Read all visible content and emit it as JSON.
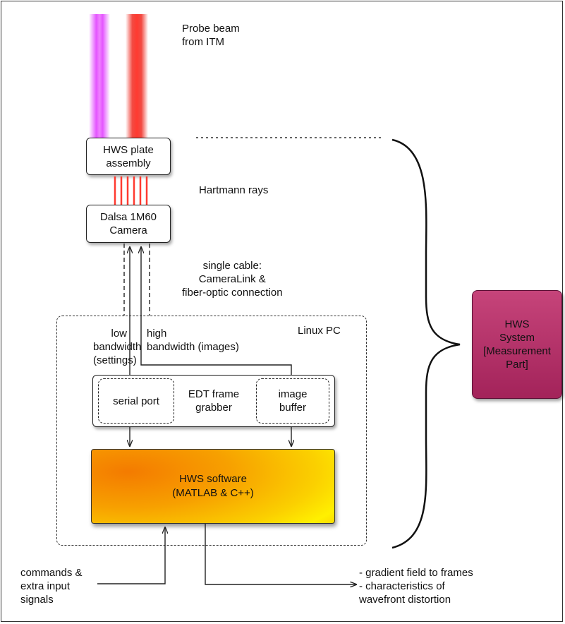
{
  "labels": {
    "probe_beam": "Probe beam\nfrom ITM",
    "hartmann_rays": "Hartmann rays",
    "single_cable": "single cable:\nCameraLink &\nfiber-optic connection",
    "linux_pc": "Linux PC",
    "low_bandwidth": "low\nbandwidth\n(settings)",
    "high_bandwidth": "high\nbandwidth (images)",
    "commands": "commands &\nextra input\nsignals",
    "outputs": "- gradient field to frames\n- characteristics of\nwavefront distortion"
  },
  "boxes": {
    "plate": "HWS plate\nassembly",
    "camera": "Dalsa 1M60\nCamera",
    "frame_grabber": "EDT frame\ngrabber",
    "serial_port": "serial port",
    "image_buffer": "image\nbuffer",
    "software": "HWS software\n(MATLAB & C++)",
    "hws_system": "HWS\nSystem\n[Measurement\nPart]"
  },
  "colors": {
    "probe_beam_magenta": "#e455ff",
    "probe_beam_red": "#ff3a30",
    "hartmann_rays": "#ff3a30",
    "software_fill": "#f7a000",
    "hws_system_fill": "#b0306a"
  }
}
